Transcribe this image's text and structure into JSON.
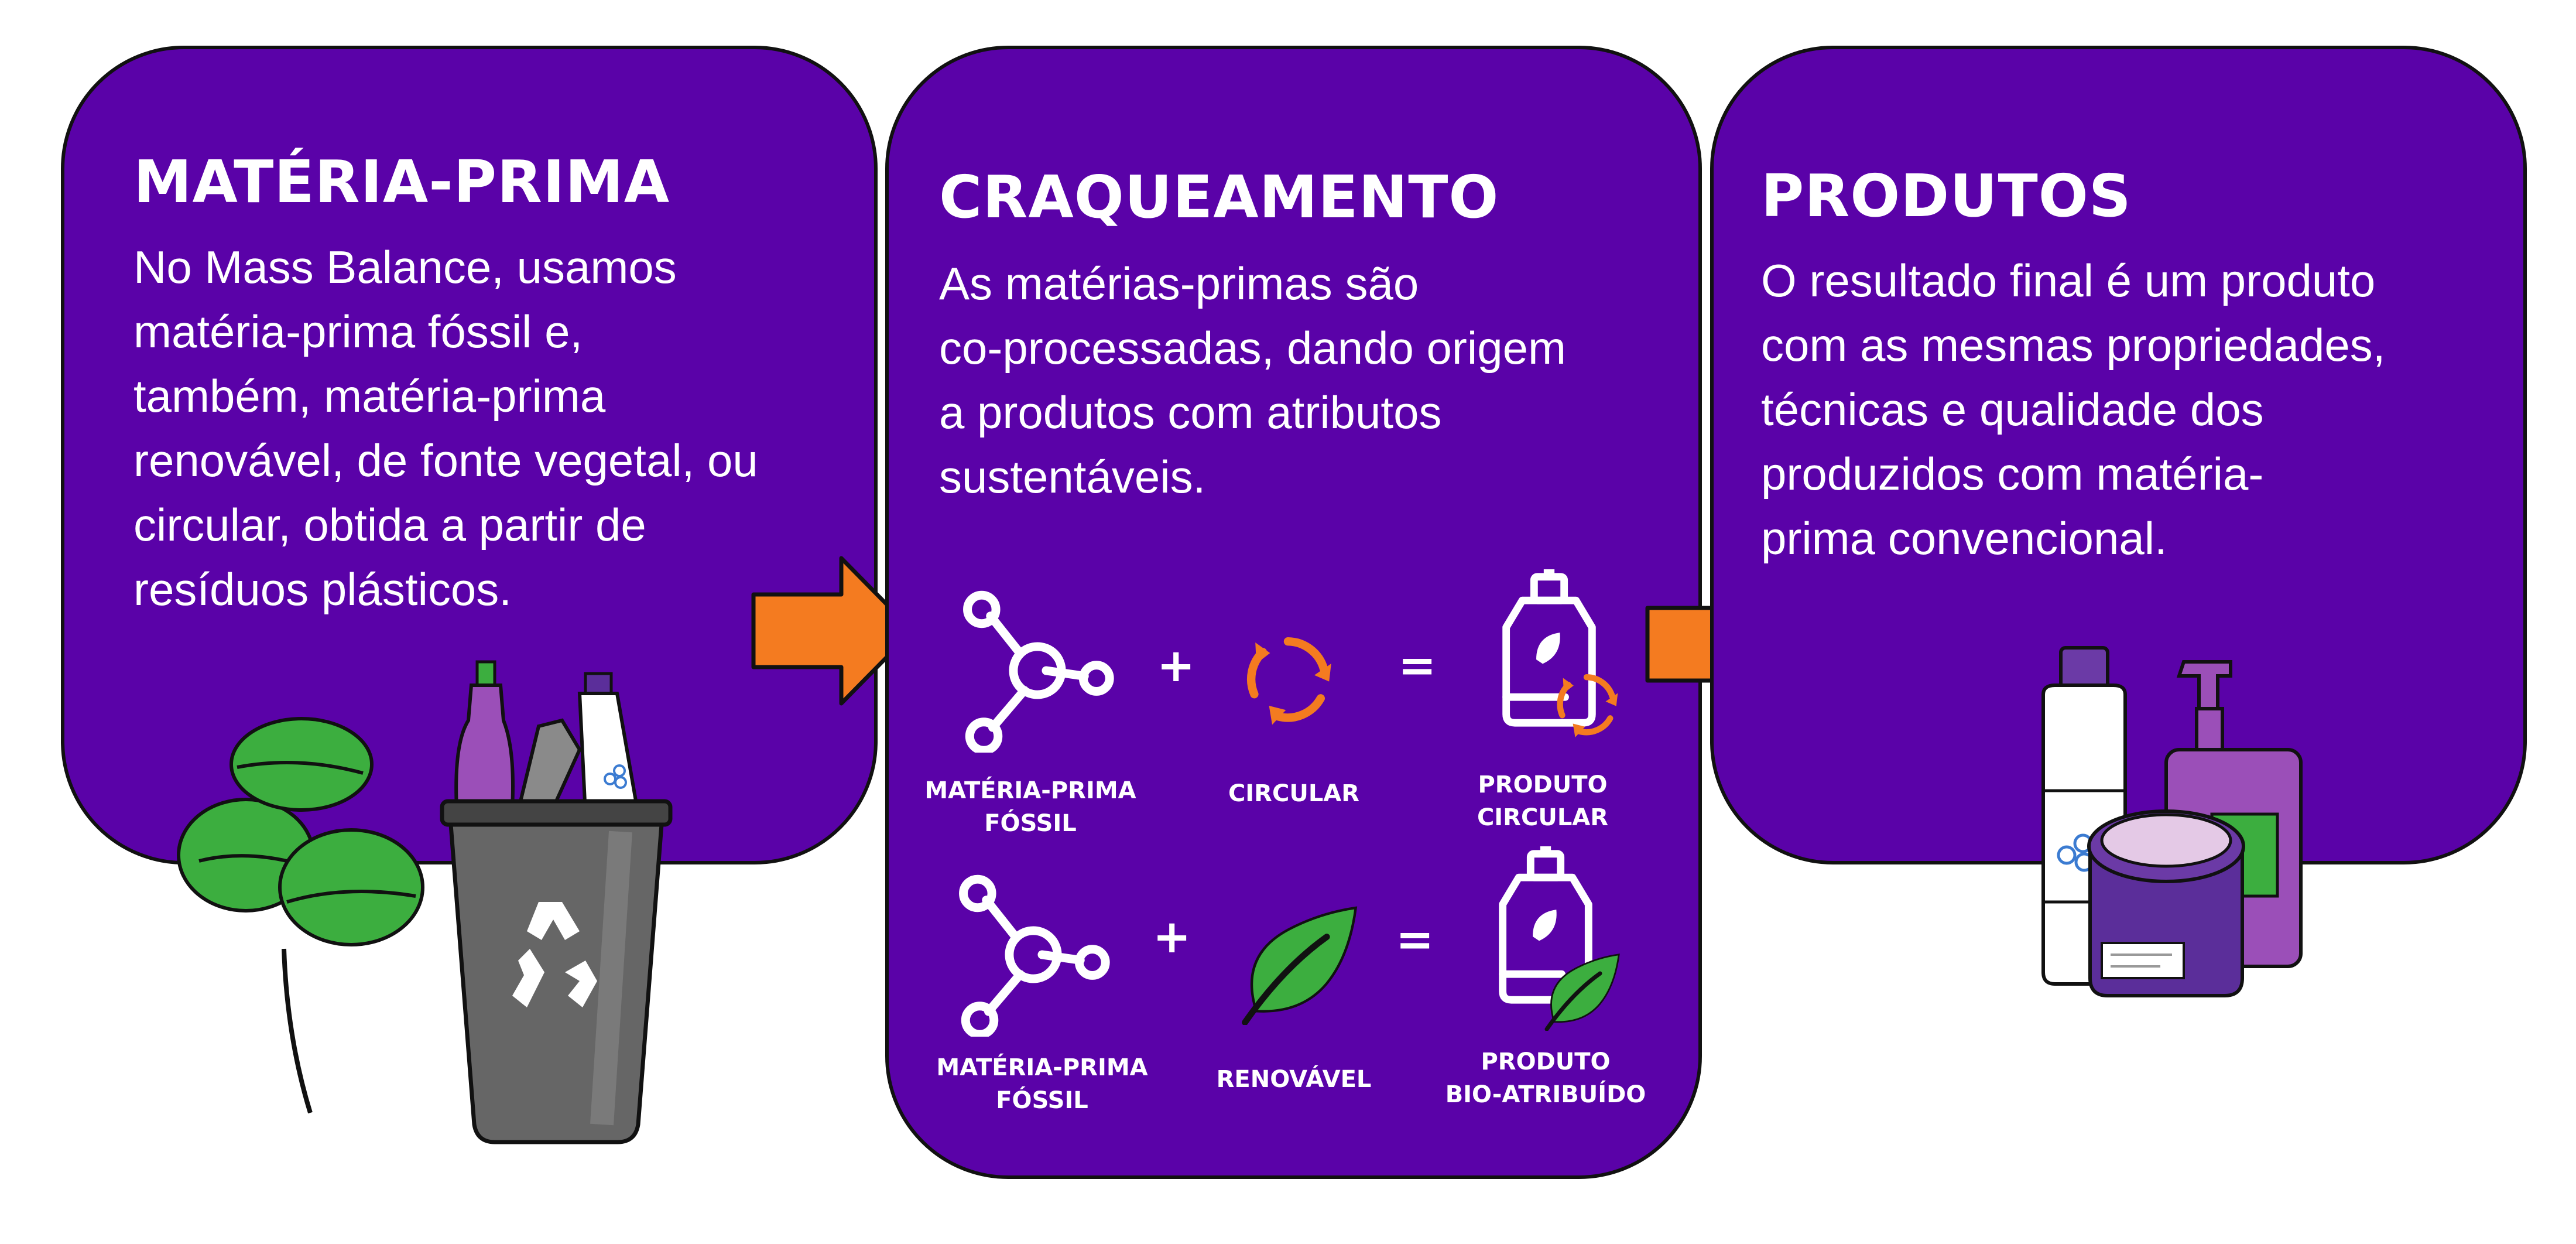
{
  "colors": {
    "panel": "#5a02a8",
    "arrow": "#f47b20",
    "circular": "#f47b20",
    "leaf": "#3cae3f",
    "text": "#ffffff"
  },
  "panels": [
    {
      "title": "MATÉRIA-PRIMA",
      "lines": [
        "No Mass Balance, usamos",
        "matéria-prima fóssil e,",
        "também, matéria-prima",
        "renovável, de fonte vegetal, ou",
        "circular, obtida a partir de",
        "resíduos plásticos."
      ]
    },
    {
      "title": "CRAQUEAMENTO",
      "lines": [
        "As matérias-primas são",
        "co-processadas, dando origem",
        "a produtos com atributos",
        "sustentáveis."
      ]
    },
    {
      "title": "PRODUTOS",
      "lines": [
        "O resultado final é um produto",
        "com as mesmas propriedades,",
        "técnicas e qualidade dos",
        "produzidos com matéria-",
        "prima convencional."
      ]
    }
  ],
  "equations": [
    {
      "input_label": [
        "MATÉRIA-PRIMA",
        "FÓSSIL"
      ],
      "plus": "+",
      "source_label": [
        "CIRCULAR"
      ],
      "source_icon": "recycle-arrows-icon",
      "equals": "=",
      "result_label": [
        "PRODUTO",
        "CIRCULAR"
      ]
    },
    {
      "input_label": [
        "MATÉRIA-PRIMA",
        "FÓSSIL"
      ],
      "plus": "+",
      "source_label": [
        "RENOVÁVEL"
      ],
      "source_icon": "leaf-icon",
      "equals": "=",
      "result_label": [
        "PRODUTO",
        "BIO-ATRIBUÍDO"
      ]
    }
  ]
}
